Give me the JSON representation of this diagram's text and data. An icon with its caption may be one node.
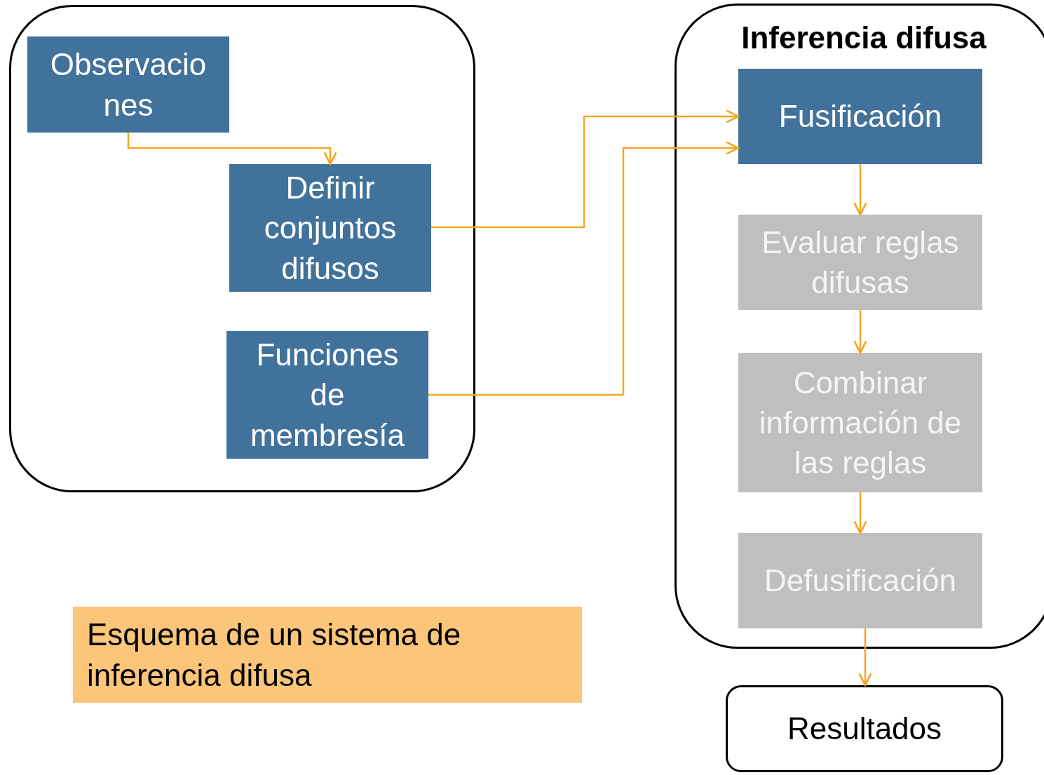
{
  "diagram": {
    "nodes": [
      {
        "text": [],
        "shape": "box"
      },
      {
        "text": [
          "Observaciones"
        ],
        "in": 0
      },
      {
        "text": [
          "Definir conjuntos difusos"
        ],
        "in": 0
      },
      {
        "text": [
          "Funciones de membresía"
        ],
        "in": 0
      },
      {
        "text": [
          "Inferencia difusa"
        ]
      },
      {
        "text": [
          "Fusificación"
        ],
        "in": 4
      },
      {
        "text": [
          "Evaluar reglas difusas"
        ],
        "in": 4
      },
      {
        "text": [
          "Combinar información de las reglas"
        ],
        "in": 4
      },
      {
        "text": [
          "Defusificación"
        ],
        "in": 4
      },
      {
        "text": [
          "Resultados"
        ]
      },
      {
        "text": [
          "Esquema de un sistema de inferencia difusa"
        ]
      }
    ],
    "edges": [
      {
        "from": 1,
        "to": 2,
        "arrow": "to"
      },
      {
        "from": 2,
        "to": 5,
        "arrow": "to"
      },
      {
        "from": 3,
        "to": 5,
        "arrow": "to"
      },
      {
        "from": 5,
        "to": 6,
        "arrow": "to"
      },
      {
        "from": 6,
        "to": 7,
        "arrow": "to"
      },
      {
        "from": 7,
        "to": 8,
        "arrow": "to"
      },
      {
        "from": 8,
        "to": 9,
        "arrow": "to"
      }
    ]
  }
}
